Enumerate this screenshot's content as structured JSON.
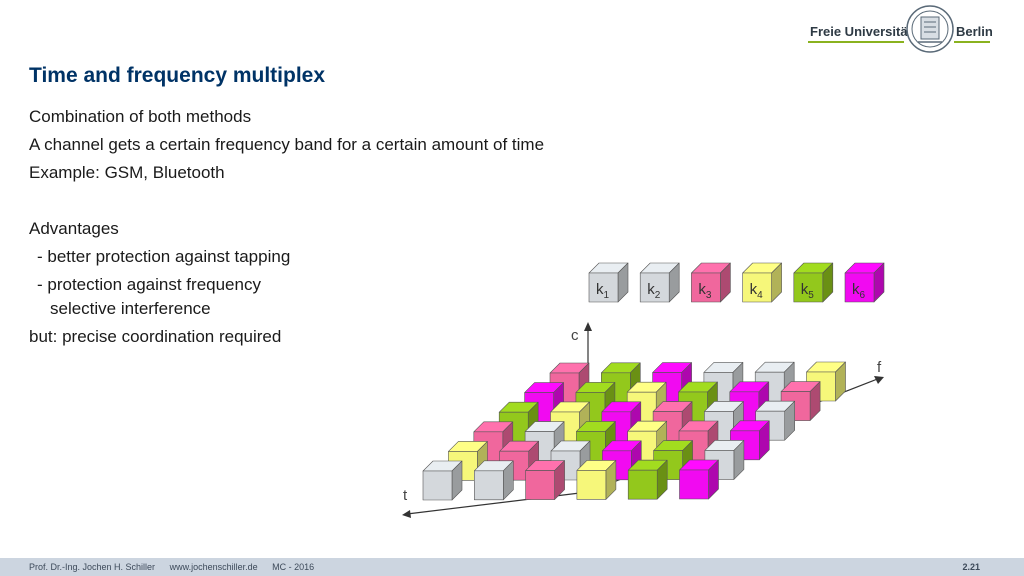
{
  "logo": {
    "left_text": "Freie Universität",
    "right_text": "Berlin",
    "line_color": "#8ab21f"
  },
  "slide": {
    "title": "Time and frequency multiplex",
    "lines": [
      "Combination of both methods",
      "A channel gets a certain frequency band for a certain amount of time",
      "Example: GSM, Bluetooth"
    ],
    "advantages_heading": "Advantages",
    "advantages": [
      "- better protection against tapping",
      "- protection against frequency",
      "selective interference"
    ],
    "but_line": "but: precise coordination required"
  },
  "diagram": {
    "axis_c": "c",
    "axis_f": "f",
    "axis_t": "t",
    "channels": [
      {
        "label": "k",
        "sub": "1",
        "color": "#d4d8dc"
      },
      {
        "label": "k",
        "sub": "2",
        "color": "#d4d8dc"
      },
      {
        "label": "k",
        "sub": "3",
        "color": "#f0679d"
      },
      {
        "label": "k",
        "sub": "4",
        "color": "#f6f77a"
      },
      {
        "label": "k",
        "sub": "5",
        "color": "#93c81c"
      },
      {
        "label": "k",
        "sub": "6",
        "color": "#f10af1"
      }
    ],
    "grid_colors": [
      [
        "#d4d8dc",
        "#d4d8dc",
        "#f0679d",
        "#f6f77a",
        "#93c81c",
        "#f10af1"
      ],
      [
        "#f6f77a",
        "#f0679d",
        "#d4d8dc",
        "#f10af1",
        "#93c81c",
        "#d4d8dc"
      ],
      [
        "#f0679d",
        "#d4d8dc",
        "#93c81c",
        "#f6f77a",
        "#f0679d",
        "#f10af1"
      ],
      [
        "#93c81c",
        "#f6f77a",
        "#f10af1",
        "#f0679d",
        "#d4d8dc",
        "#d4d8dc"
      ],
      [
        "#f10af1",
        "#93c81c",
        "#f6f77a",
        "#93c81c",
        "#f10af1",
        "#f0679d"
      ],
      [
        "#f0679d",
        "#93c81c",
        "#f10af1",
        "#d4d8dc",
        "#d4d8dc",
        "#f6f77a"
      ]
    ]
  },
  "footer": {
    "author": "Prof. Dr.-Ing. Jochen H. Schiller",
    "website": "www.jochenschiller.de",
    "course": "MC - 2016",
    "page": "2.21"
  }
}
